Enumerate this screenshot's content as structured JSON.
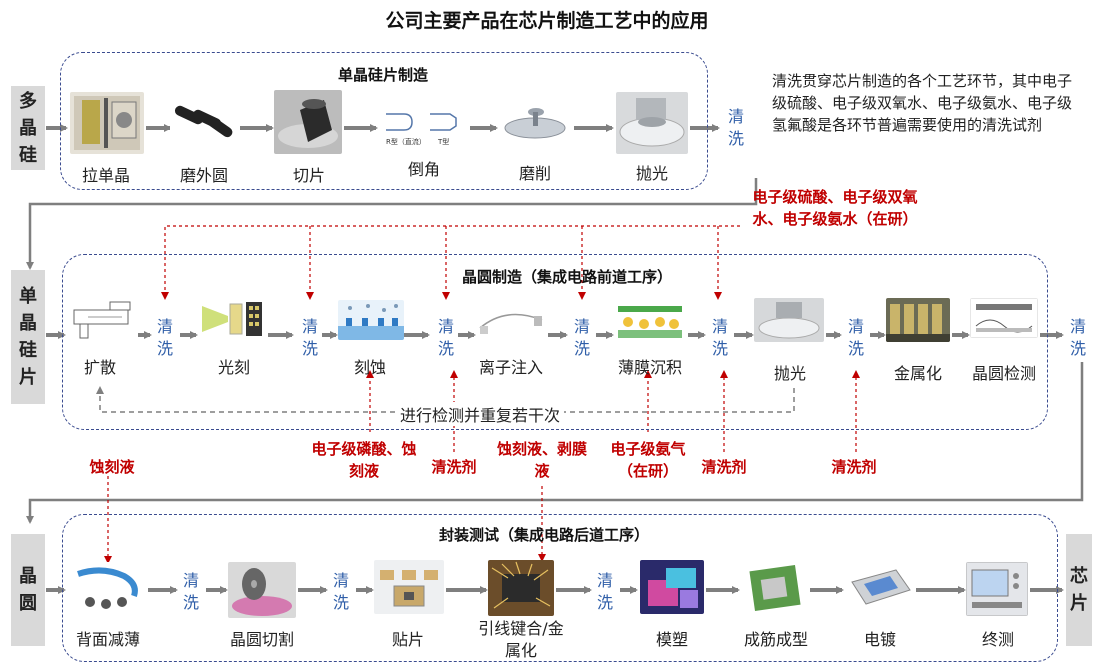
{
  "title": "公司主要产品在芯片制造工艺中的应用",
  "side_labels": {
    "input": "多晶硅",
    "wafer_slice": "单晶硅片",
    "wafer": "晶圆",
    "chip": "芯片"
  },
  "section1": {
    "title": "单晶硅片制造",
    "steps": [
      "拉单晶",
      "磨外圆",
      "切片",
      "倒角",
      "磨削",
      "抛光"
    ],
    "chamfer_types": [
      "R型（直流）",
      "T型"
    ]
  },
  "section2": {
    "title": "晶圆制造（集成电路前道工序）",
    "steps": [
      "扩散",
      "光刻",
      "刻蚀",
      "离子注入",
      "薄膜沉积",
      "抛光",
      "金属化",
      "晶圆检测"
    ],
    "loop_text": "进行检测并重复若干次"
  },
  "section3": {
    "title": "封装测试（集成电路后道工序）",
    "steps": [
      "背面减薄",
      "晶圆切割",
      "贴片",
      "引线键合/金属化",
      "模塑",
      "成筋成型",
      "电镀",
      "终测"
    ]
  },
  "wash_label": "清洗",
  "note": "清洗贯穿芯片制造的各个工艺环节，其中电子级硫酸、电子级双氧水、电子级氨水、电子级氢氟酸是各环节普遍需要使用的清洗试剂",
  "red_labels": {
    "top": "电子级硫酸、电子级双氧水、电子级氨水（在研）",
    "phosphoric": "电子级磷酸、蚀刻液",
    "cleaner": "清洗剂",
    "etch_strip": "蚀刻液、剥膜液",
    "ammonia_gas": "电子级氨气（在研）",
    "etchant": "蚀刻液"
  },
  "colors": {
    "frame": "#3a4b8f",
    "wash": "#2f5ea8",
    "reagent": "#c00000",
    "arrow": "#7f7f7f",
    "side_box": "#d9d9d9"
  }
}
